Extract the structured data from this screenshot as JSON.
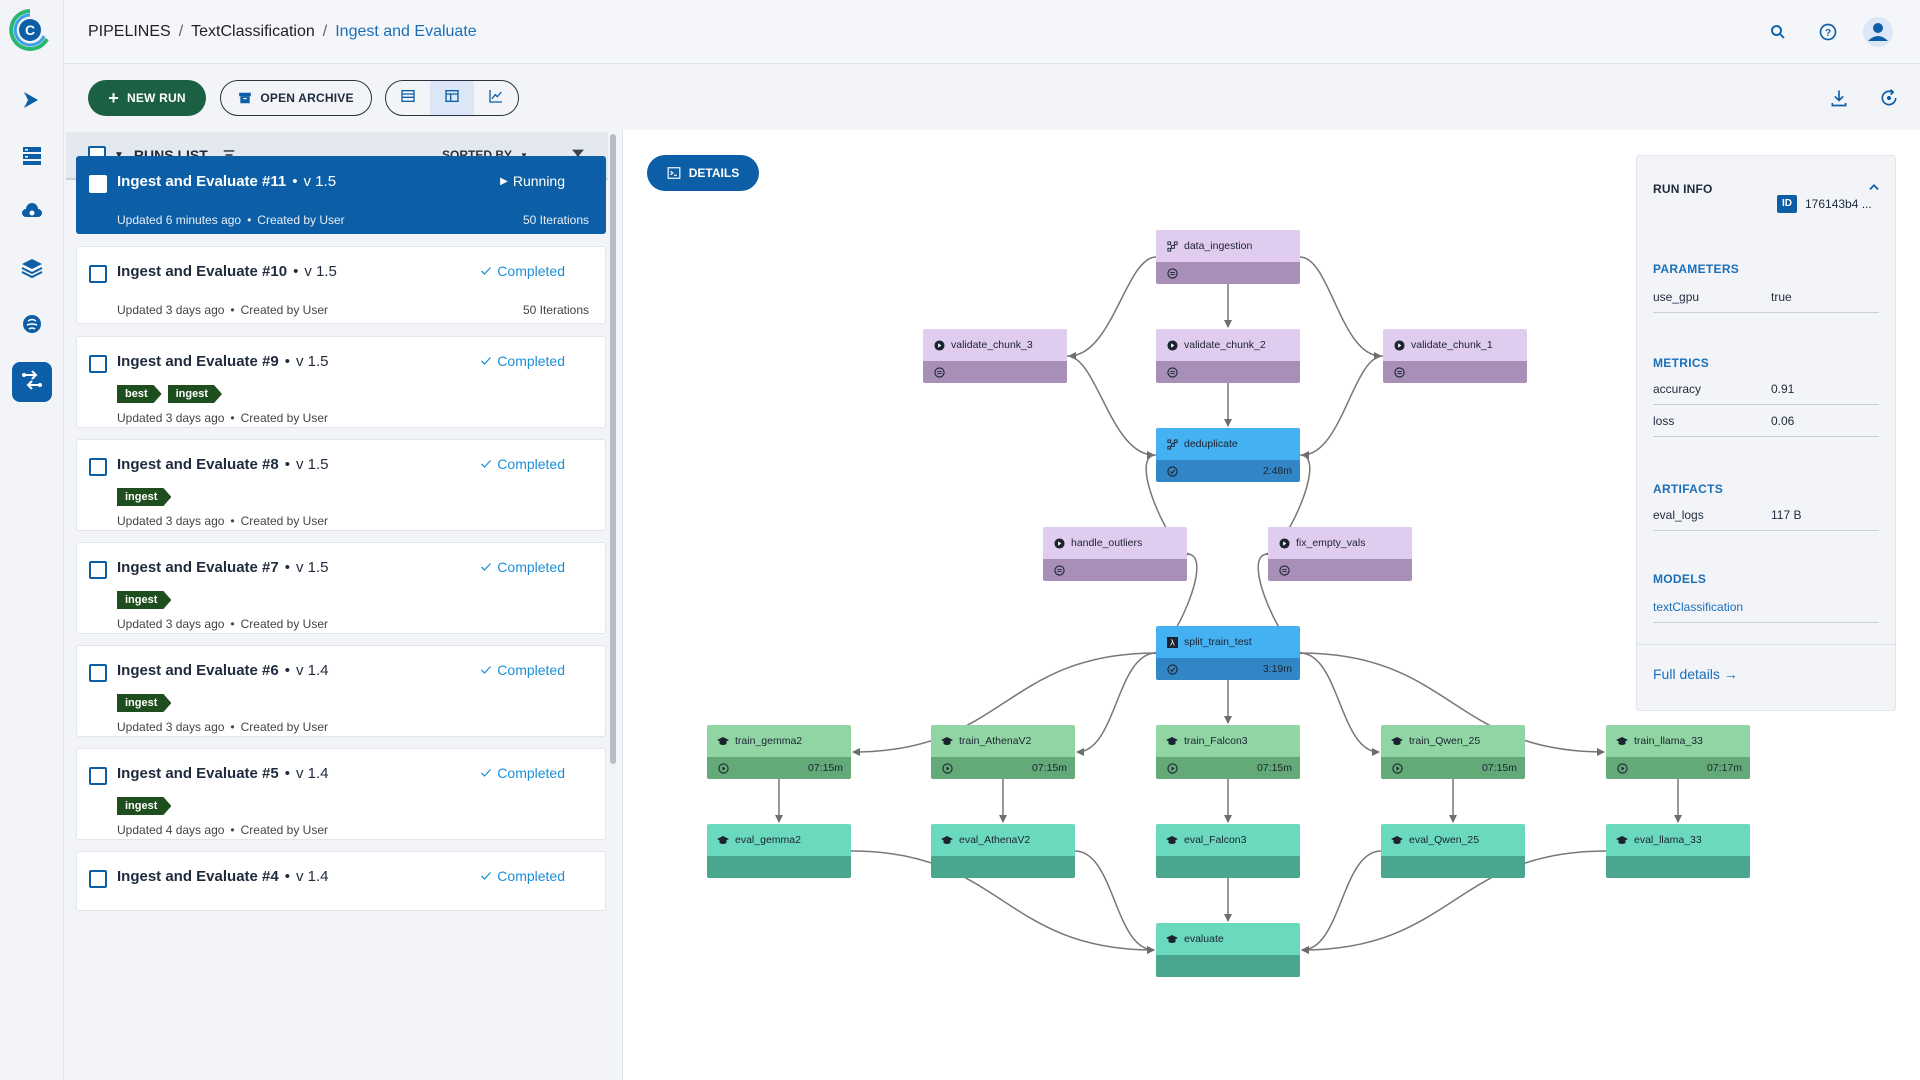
{
  "breadcrumb": {
    "root": "PIPELINES",
    "project": "TextClassification",
    "pipeline": "Ingest and Evaluate"
  },
  "toolbar": {
    "new_run": "NEW RUN",
    "open_archive": "OPEN ARCHIVE"
  },
  "runs_header": {
    "label": "RUNS LIST",
    "sorted_by": "SORTED BY"
  },
  "runs": [
    {
      "title": "Ingest and Evaluate #11",
      "version": "v 1.5",
      "status": "Running",
      "updated": "Updated 6 minutes ago",
      "created": "Created by User",
      "iterations": "50 Iterations",
      "tags": []
    },
    {
      "title": "Ingest and Evaluate #10",
      "version": "v 1.5",
      "status": "Completed",
      "updated": "Updated 3 days ago",
      "created": "Created by User",
      "iterations": "50 Iterations",
      "tags": []
    },
    {
      "title": "Ingest and Evaluate #9",
      "version": "v 1.5",
      "status": "Completed",
      "updated": "Updated 3 days ago",
      "created": "Created by User",
      "iterations": "",
      "tags": [
        "best",
        "ingest"
      ]
    },
    {
      "title": "Ingest and Evaluate #8",
      "version": "v 1.5",
      "status": "Completed",
      "updated": "Updated 3 days ago",
      "created": "Created by User",
      "iterations": "",
      "tags": [
        "ingest"
      ]
    },
    {
      "title": "Ingest and Evaluate #7",
      "version": "v 1.5",
      "status": "Completed",
      "updated": "Updated 3 days ago",
      "created": "Created by User",
      "iterations": "",
      "tags": [
        "ingest"
      ]
    },
    {
      "title": "Ingest and Evaluate #6",
      "version": "v 1.4",
      "status": "Completed",
      "updated": "Updated 3 days ago",
      "created": "Created by User",
      "iterations": "",
      "tags": [
        "ingest"
      ]
    },
    {
      "title": "Ingest and Evaluate #5",
      "version": "v 1.4",
      "status": "Completed",
      "updated": "Updated 4 days ago",
      "created": "Created by User",
      "iterations": "",
      "tags": [
        "ingest"
      ]
    },
    {
      "title": "Ingest and Evaluate #4",
      "version": "v 1.4",
      "status": "Completed",
      "updated": "",
      "created": "",
      "iterations": "",
      "tags": []
    }
  ],
  "details_btn": "DETAILS",
  "nodes": {
    "data_ingestion": {
      "label": "data_ingestion",
      "time": ""
    },
    "validate_chunk_3": {
      "label": "validate_chunk_3",
      "time": ""
    },
    "validate_chunk_2": {
      "label": "validate_chunk_2",
      "time": ""
    },
    "validate_chunk_1": {
      "label": "validate_chunk_1",
      "time": ""
    },
    "deduplicate": {
      "label": "deduplicate",
      "time": "2:48m"
    },
    "handle_outliers": {
      "label": "handle_outliers",
      "time": ""
    },
    "fix_empty_vals": {
      "label": "fix_empty_vals",
      "time": ""
    },
    "split_train_test": {
      "label": "split_train_test",
      "time": "3:19m"
    },
    "train_gemma2": {
      "label": "train_gemma2",
      "time": "07:15m"
    },
    "train_AthenaV2": {
      "label": "train_AthenaV2",
      "time": "07:15m"
    },
    "train_Falcon3": {
      "label": "train_Falcon3",
      "time": "07:15m"
    },
    "train_Qwen_25": {
      "label": "train_Qwen_25",
      "time": "07:15m"
    },
    "train_llama_33": {
      "label": "train_llama_33",
      "time": "07:17m"
    },
    "eval_gemma2": {
      "label": "eval_gemma2",
      "time": ""
    },
    "eval_AthenaV2": {
      "label": "eval_AthenaV2",
      "time": ""
    },
    "eval_Falcon3": {
      "label": "eval_Falcon3",
      "time": ""
    },
    "eval_Qwen_25": {
      "label": "eval_Qwen_25",
      "time": ""
    },
    "eval_llama_33": {
      "label": "eval_llama_33",
      "time": ""
    },
    "evaluate": {
      "label": "evaluate",
      "time": ""
    }
  },
  "run_info": {
    "title": "RUN INFO",
    "id_label": "ID",
    "id_value": "176143b4 ...",
    "parameters_label": "PARAMETERS",
    "parameters": [
      {
        "k": "use_gpu",
        "v": "true"
      }
    ],
    "metrics_label": "METRICS",
    "metrics": [
      {
        "k": "accuracy",
        "v": "0.91"
      },
      {
        "k": "loss",
        "v": "0.06"
      }
    ],
    "artifacts_label": "ARTIFACTS",
    "artifacts": [
      {
        "k": "eval_logs",
        "v": "117 B"
      }
    ],
    "models_label": "MODELS",
    "models": [
      "textClassification"
    ],
    "full_details": "Full details →"
  },
  "colors": {
    "primary": "#0c5fa6",
    "new_run": "#1c6044",
    "tag": "#1e4d1e",
    "completed": "#1b8fd8"
  }
}
